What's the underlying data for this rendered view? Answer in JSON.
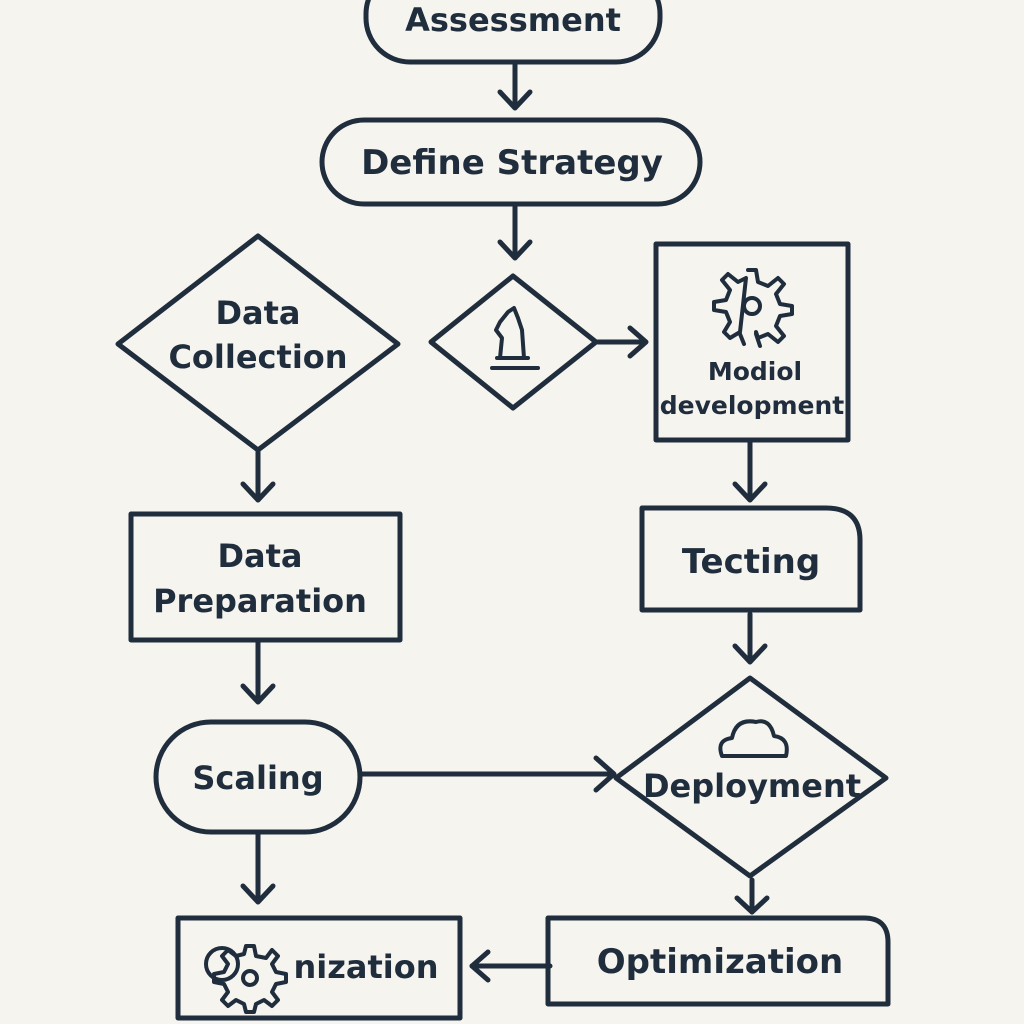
{
  "diagram": {
    "colors": {
      "ink": "#1f2d3d",
      "paper": "#f6f4ef"
    },
    "nodes": {
      "assessment": {
        "label": "Assessment"
      },
      "define_strategy": {
        "label": "Define Strategy"
      },
      "data_collection": {
        "line1": "Data",
        "line2": "Collection"
      },
      "decision": {
        "icon": "chess-knight-icon"
      },
      "model_development": {
        "line1": "Modiol",
        "line2": "development",
        "icon": "gear-icon"
      },
      "data_preparation": {
        "line1": "Data",
        "line2": "Preparation"
      },
      "testing": {
        "label": "Tecting"
      },
      "scaling": {
        "label": "Scaling"
      },
      "deployment": {
        "label": "Deployment",
        "icon": "cloud-icon"
      },
      "optimization": {
        "label": "Optimization"
      },
      "organization": {
        "label": "nization",
        "icon": "gears-icon"
      }
    }
  }
}
